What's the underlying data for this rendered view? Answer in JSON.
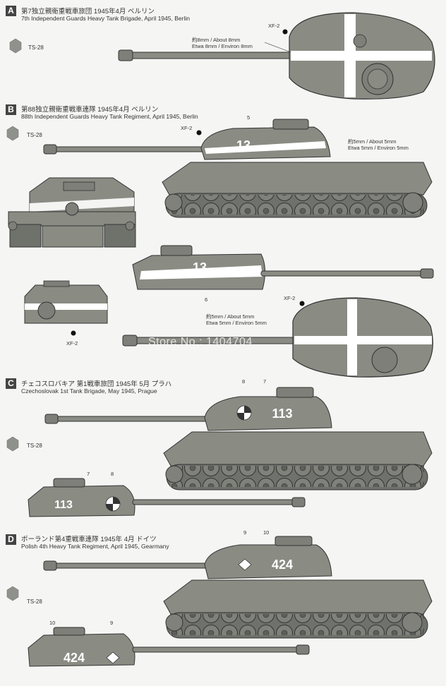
{
  "sections": [
    {
      "letter": "A",
      "jp": "第7独立親衛重戦車旅団 1945年4月 ベルリン",
      "en": "7th Independent Guards Heavy Tank Brigade, April 1945, Berlin"
    },
    {
      "letter": "B",
      "jp": "第88独立親衛重戦車連隊 1945年4月 ベルリン",
      "en": "88th Independent Guards Heavy Tank Regiment, April 1945, Berlin"
    },
    {
      "letter": "C",
      "jp": "チェコスロバキア 第1戦車旅団 1945年 5月 プラハ",
      "en": "Czechoslovak 1st Tank Brigade, May 1945, Prague"
    },
    {
      "letter": "D",
      "jp": "ポーランド第4重戦車連隊 1945年 4月 ドイツ",
      "en": "Polish 4th Heavy Tank Regiment, April 1945, Gearmany"
    }
  ],
  "paint_code": "TS-28",
  "notes": {
    "a_width": [
      "約8mm / About 8mm",
      "Etwa 8mm / Environ 8mm"
    ],
    "b_width": [
      "約5mm / About 5mm",
      "Etwa 5mm / Environ 5mm"
    ],
    "b_turret_width": [
      "約5mm / About 5mm",
      "Etwa 5mm / Environ 5mm"
    ]
  },
  "callouts": {
    "xf2": "XF-2",
    "n5": "5",
    "n6": "6",
    "n7": "7",
    "n8": "8",
    "n9": "9",
    "n10": "10"
  },
  "tank_numbers": {
    "b": "13",
    "c": "113",
    "d": "424"
  },
  "watermark": "Store No.: 1404704",
  "colors": {
    "olive": "#8a8c84",
    "olive_dark": "#6f716b",
    "stripe": "#ffffff",
    "letter_bg": "#444444"
  }
}
